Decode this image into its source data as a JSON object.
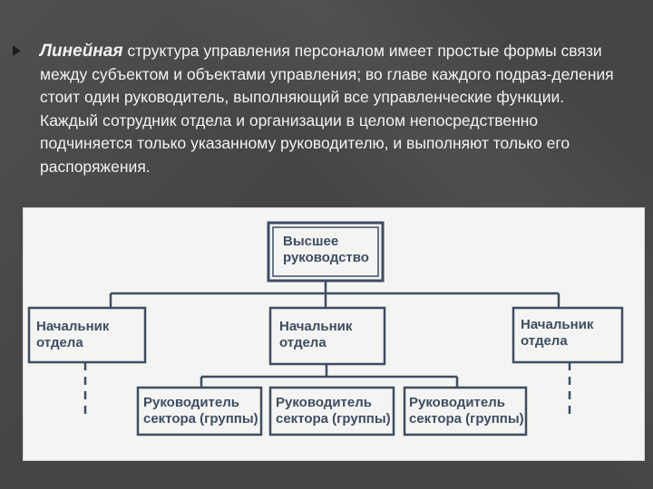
{
  "slide": {
    "paragraph_lead": "Линейная",
    "paragraph_rest": " структура управления персоналом имеет простые формы связи между субъектом и объектами управления; во главе каждого подраз-деления стоит один руководитель, выполняющий все управленческие функции. Каждый сотрудник отдела и организации в целом непосредственно подчиняется только указанному руководителю, и выполняют только его распоряжения."
  },
  "diagram": {
    "top": {
      "line1": "Высшее",
      "line2": "руководство"
    },
    "head_left": {
      "line1": "Начальник",
      "line2": "отдела"
    },
    "head_center": {
      "line1": "Начальник",
      "line2": "отдела"
    },
    "head_right": {
      "line1": "Начальник",
      "line2": "отдела"
    },
    "sector_1": {
      "line1": "Руководитель",
      "line2": "сектора (группы)"
    },
    "sector_2": {
      "line1": "Руководитель",
      "line2": "сектора (группы)"
    },
    "sector_3": {
      "line1": "Руководитель",
      "line2": "сектора (группы)"
    }
  },
  "colors": {
    "background": "#454545",
    "text": "#f2f2f2",
    "box_stroke": "#3d4d63",
    "figure_bg": "#f4f4f2"
  }
}
